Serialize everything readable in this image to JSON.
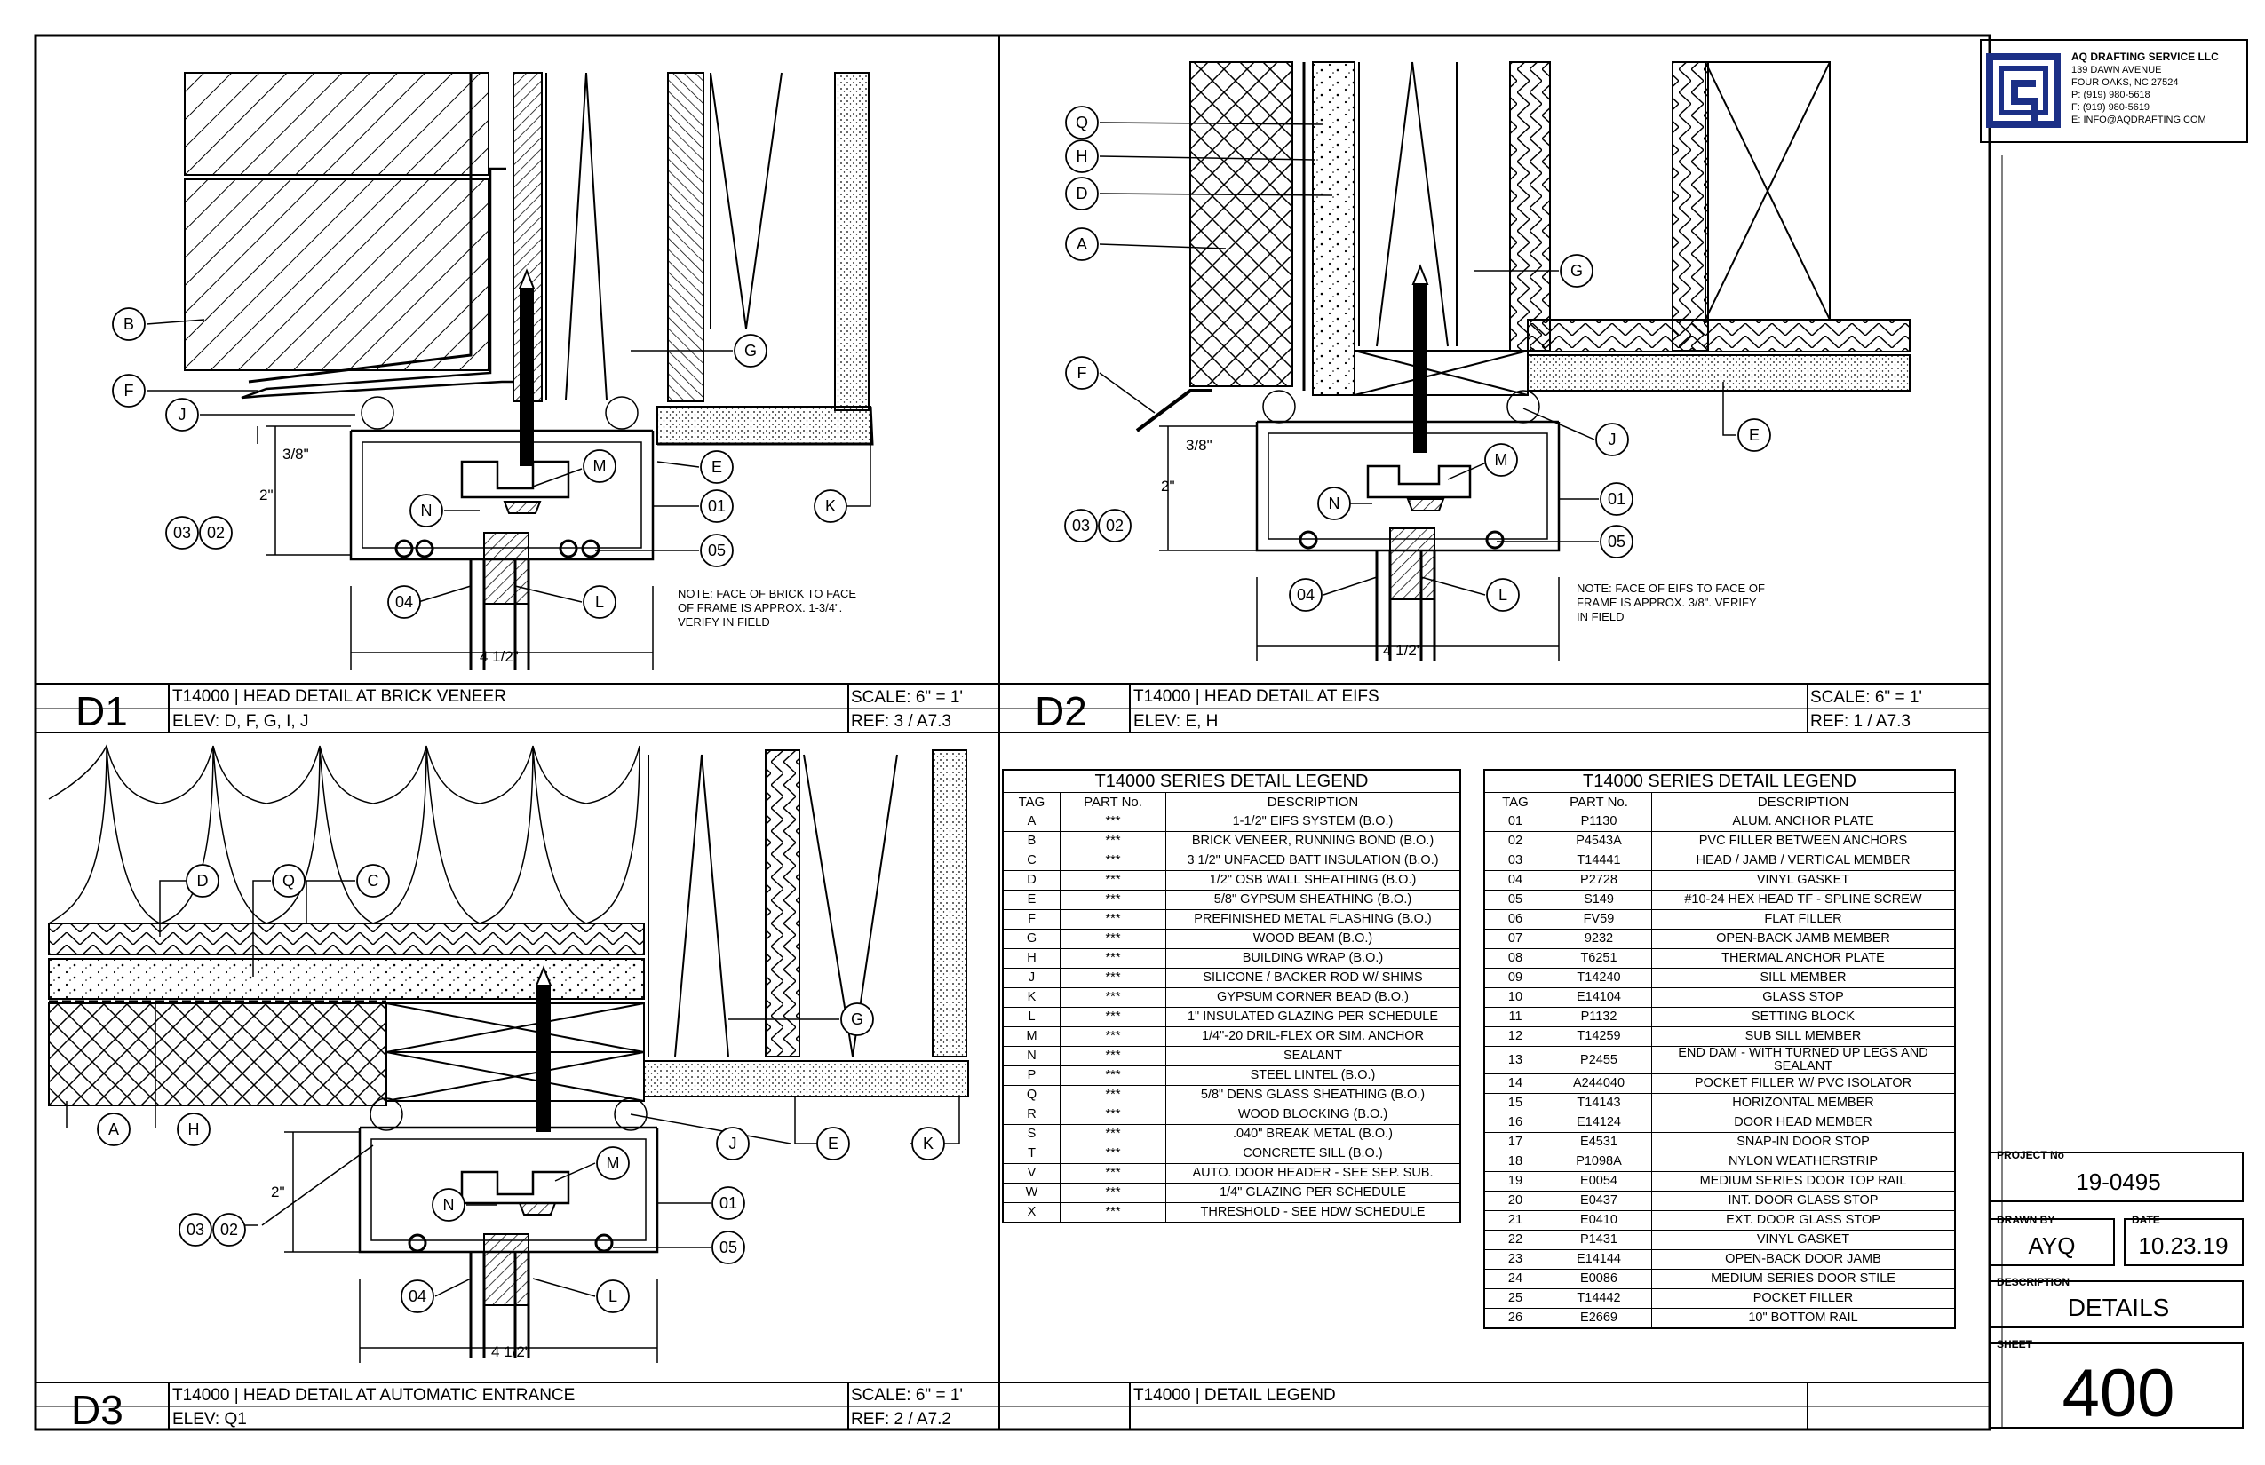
{
  "company": {
    "name": "AQ DRAFTING SERVICE LLC",
    "address1": "139 DAWN AVENUE",
    "address2": "FOUR OAKS, NC  27524",
    "phone": "P: (919) 980-5618",
    "fax": "F: (919) 980-5619",
    "email": "E: INFO@AQDRAFTING.COM"
  },
  "title_block": {
    "project_label": "PROJECT No",
    "project_no": "19-0495",
    "drawn_by_label": "DRAWN BY",
    "drawn_by": "AYQ",
    "date_label": "DATE",
    "date": "10.23.19",
    "description_label": "DESCRIPTION",
    "description": "DETAILS",
    "sheet_label": "SHEET",
    "sheet": "400"
  },
  "details": {
    "d1": {
      "id": "D1",
      "title": "T14000 | HEAD DETAIL AT BRICK VENEER",
      "elev": "ELEV: D, F, G, I, J",
      "scale": "SCALE: 6\" = 1'",
      "ref": "REF: 3 / A7.3",
      "note1": "NOTE: FACE OF BRICK TO FACE",
      "note2": "OF FRAME IS APPROX. 1-3/4\".",
      "note3": "VERIFY IN FIELD",
      "dim_a": "3/8\"",
      "dim_b": "2\"",
      "dim_w": "4 1/2\""
    },
    "d2": {
      "id": "D2",
      "title": "T14000 | HEAD DETAIL AT EIFS",
      "elev": "ELEV: E, H",
      "scale": "SCALE: 6\" = 1'",
      "ref": "REF: 1 / A7.3",
      "note1": "NOTE: FACE OF EIFS TO FACE OF",
      "note2": "FRAME IS APPROX. 3/8\".  VERIFY",
      "note3": "IN FIELD",
      "dim_a": "3/8\"",
      "dim_b": "2\"",
      "dim_w": "4 1/2\""
    },
    "d3": {
      "id": "D3",
      "title": "T14000 | HEAD DETAIL AT AUTOMATIC ENTRANCE",
      "elev": "ELEV: Q1",
      "scale": "SCALE: 6\" = 1'",
      "ref": "REF: 2 / A7.2",
      "dim_b": "2\"",
      "dim_w": "4 1/2\""
    },
    "legend_title": "T14000 | DETAIL LEGEND"
  },
  "legend_left": {
    "title": "T14000 SERIES DETAIL LEGEND",
    "headers": [
      "TAG",
      "PART No.",
      "DESCRIPTION"
    ],
    "rows": [
      [
        "A",
        "***",
        "1-1/2\" EIFS SYSTEM (B.O.)"
      ],
      [
        "B",
        "***",
        "BRICK VENEER, RUNNING BOND (B.O.)"
      ],
      [
        "C",
        "***",
        "3 1/2\" UNFACED BATT INSULATION (B.O.)"
      ],
      [
        "D",
        "***",
        "1/2\" OSB WALL SHEATHING (B.O.)"
      ],
      [
        "E",
        "***",
        "5/8\" GYPSUM SHEATHING (B.O.)"
      ],
      [
        "F",
        "***",
        "PREFINISHED METAL FLASHING (B.O.)"
      ],
      [
        "G",
        "***",
        "WOOD BEAM (B.O.)"
      ],
      [
        "H",
        "***",
        "BUILDING WRAP (B.O.)"
      ],
      [
        "J",
        "***",
        "SILICONE / BACKER ROD W/ SHIMS"
      ],
      [
        "K",
        "***",
        "GYPSUM CORNER BEAD (B.O.)"
      ],
      [
        "L",
        "***",
        "1\" INSULATED GLAZING PER SCHEDULE"
      ],
      [
        "M",
        "***",
        "1/4\"-20 DRIL-FLEX OR SIM. ANCHOR"
      ],
      [
        "N",
        "***",
        "SEALANT"
      ],
      [
        "P",
        "***",
        "STEEL LINTEL (B.O.)"
      ],
      [
        "Q",
        "***",
        "5/8\" DENS GLASS SHEATHING (B.O.)"
      ],
      [
        "R",
        "***",
        "WOOD BLOCKING (B.O.)"
      ],
      [
        "S",
        "***",
        ".040\" BREAK METAL (B.O.)"
      ],
      [
        "T",
        "***",
        "CONCRETE SILL (B.O.)"
      ],
      [
        "V",
        "***",
        "AUTO. DOOR HEADER - SEE SEP. SUB."
      ],
      [
        "W",
        "***",
        "1/4\" GLAZING PER SCHEDULE"
      ],
      [
        "X",
        "***",
        "THRESHOLD - SEE HDW SCHEDULE"
      ]
    ]
  },
  "legend_right": {
    "title": "T14000 SERIES DETAIL LEGEND",
    "headers": [
      "TAG",
      "PART No.",
      "DESCRIPTION"
    ],
    "rows": [
      [
        "01",
        "P1130",
        "ALUM. ANCHOR PLATE"
      ],
      [
        "02",
        "P4543A",
        "PVC FILLER BETWEEN ANCHORS"
      ],
      [
        "03",
        "T14441",
        "HEAD / JAMB / VERTICAL MEMBER"
      ],
      [
        "04",
        "P2728",
        "VINYL GASKET"
      ],
      [
        "05",
        "S149",
        "#10-24 HEX HEAD TF - SPLINE SCREW"
      ],
      [
        "06",
        "FV59",
        "FLAT FILLER"
      ],
      [
        "07",
        "9232",
        "OPEN-BACK JAMB MEMBER"
      ],
      [
        "08",
        "T6251",
        "THERMAL ANCHOR PLATE"
      ],
      [
        "09",
        "T14240",
        "SILL MEMBER"
      ],
      [
        "10",
        "E14104",
        "GLASS STOP"
      ],
      [
        "11",
        "P1132",
        "SETTING BLOCK"
      ],
      [
        "12",
        "T14259",
        "SUB SILL MEMBER"
      ],
      [
        "13",
        "P2455",
        "END DAM - WITH TURNED UP LEGS AND SEALANT"
      ],
      [
        "14",
        "A244040",
        "POCKET FILLER W/ PVC ISOLATOR"
      ],
      [
        "15",
        "T14143",
        "HORIZONTAL MEMBER"
      ],
      [
        "16",
        "E14124",
        "DOOR HEAD MEMBER"
      ],
      [
        "17",
        "E4531",
        "SNAP-IN DOOR STOP"
      ],
      [
        "18",
        "P1098A",
        "NYLON WEATHERSTRIP"
      ],
      [
        "19",
        "E0054",
        "MEDIUM SERIES DOOR TOP RAIL"
      ],
      [
        "20",
        "E0437",
        "INT. DOOR GLASS STOP"
      ],
      [
        "21",
        "E0410",
        "EXT. DOOR GLASS STOP"
      ],
      [
        "22",
        "P1431",
        "VINYL GASKET"
      ],
      [
        "23",
        "E14144",
        "OPEN-BACK DOOR JAMB"
      ],
      [
        "24",
        "E0086",
        "MEDIUM SERIES DOOR STILE"
      ],
      [
        "25",
        "T14442",
        "POCKET FILLER"
      ],
      [
        "26",
        "E2669",
        "10\" BOTTOM  RAIL"
      ]
    ]
  },
  "tags": {
    "A": "A",
    "B": "B",
    "C": "C",
    "D": "D",
    "E": "E",
    "F": "F",
    "G": "G",
    "H": "H",
    "J": "J",
    "K": "K",
    "L": "L",
    "M": "M",
    "N": "N",
    "Q": "Q",
    "t01": "01",
    "t02": "02",
    "t03": "03",
    "t04": "04",
    "t05": "05"
  }
}
